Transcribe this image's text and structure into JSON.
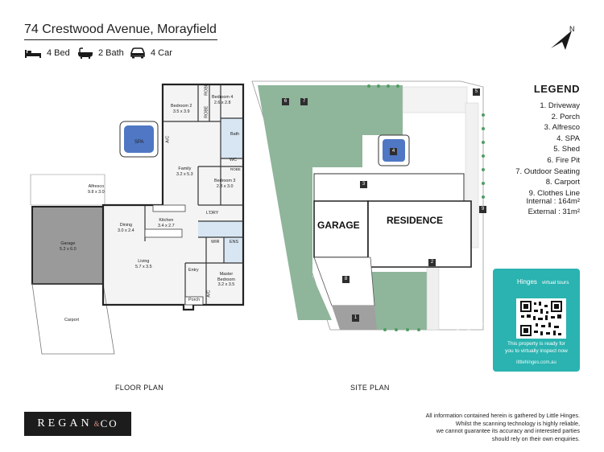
{
  "header": {
    "address": "74 Crestwood Avenue, Morayfield",
    "features": [
      {
        "icon": "bed-icon",
        "label": "4 Bed"
      },
      {
        "icon": "bath-icon",
        "label": "2 Bath"
      },
      {
        "icon": "car-icon",
        "label": "4 Car"
      }
    ],
    "north_label": "N"
  },
  "floor_plan": {
    "caption": "FLOOR PLAN",
    "rooms": {
      "bedroom2": {
        "name": "Bedroom 2",
        "size": "3.5 x 3.9"
      },
      "bedroom4": {
        "name": "Bedroom 4",
        "size": "2.6 x 2.8"
      },
      "robe1": "ROBE",
      "robe2": "ROBE",
      "robe3": "ROBE",
      "bath": "Bath",
      "spa": "SPA",
      "ac1": "A/C",
      "family": {
        "name": "Family",
        "size": "3.2 x 5.3"
      },
      "wc": "WC",
      "bedroom3": {
        "name": "Bedroom 3",
        "size": "2.8 x 3.0"
      },
      "alfresco": {
        "name": "Alfresco",
        "size": "9.8 x 3.0"
      },
      "dining": {
        "name": "Dining",
        "size": "3.0 x 2.4"
      },
      "kitchen": {
        "name": "Kitchen",
        "size": "3.4 x 2.7"
      },
      "ldry": "L'DRY",
      "garage": {
        "name": "Garage",
        "size": "5.2 x 6.0"
      },
      "living": {
        "name": "Living",
        "size": "5.7 x 3.5"
      },
      "wir": "WIR",
      "ens": "ENS",
      "entry": "Entry",
      "master": {
        "name": "Master",
        "name2": "Bedroom",
        "size": "3.2 x 3.5"
      },
      "porch": "Porch",
      "ac2": "A/C",
      "carport": "Carport"
    }
  },
  "site_plan": {
    "caption": "SITE PLAN",
    "garage_label": "GARAGE",
    "residence_label": "RESIDENCE",
    "markers": [
      "1",
      "2",
      "3",
      "4",
      "5",
      "6",
      "7",
      "8",
      "9"
    ],
    "watermark": "REGAN"
  },
  "legend": {
    "title": "LEGEND",
    "items": [
      "1. Driveway",
      "2. Porch",
      "3. Alfresco",
      "4. SPA",
      "5. Shed",
      "6. Fire Pit",
      "7. Outdoor Seating",
      "8. Carport",
      "9. Clothes Line"
    ],
    "internal": "Internal  : 164m²",
    "external": "External :  31m²"
  },
  "qr_card": {
    "brand": "Hinges",
    "brand_sub": "virtual tours",
    "line1": "This property is ready for",
    "line2": "you to virtually inspect now",
    "url": "littlehinges.com.au"
  },
  "footer": {
    "brand_word": "REGAN",
    "brand_amp": "&",
    "brand_co": "CO",
    "disclaimer": [
      "All information contained herein is gathered by Little Hinges.",
      "Whilst the scanning technology is highly reliable,",
      "we cannot guarantee its accuracy and interested parties",
      "should rely on their own enquiries."
    ]
  },
  "colors": {
    "lawn": "#8fb59a",
    "spa": "#4f77c4",
    "qr_card": "#2ab3b0",
    "brand_box": "#1c1c1c",
    "garage_floor": "#9a9a9a",
    "wet_area": "#cfe2f2"
  }
}
